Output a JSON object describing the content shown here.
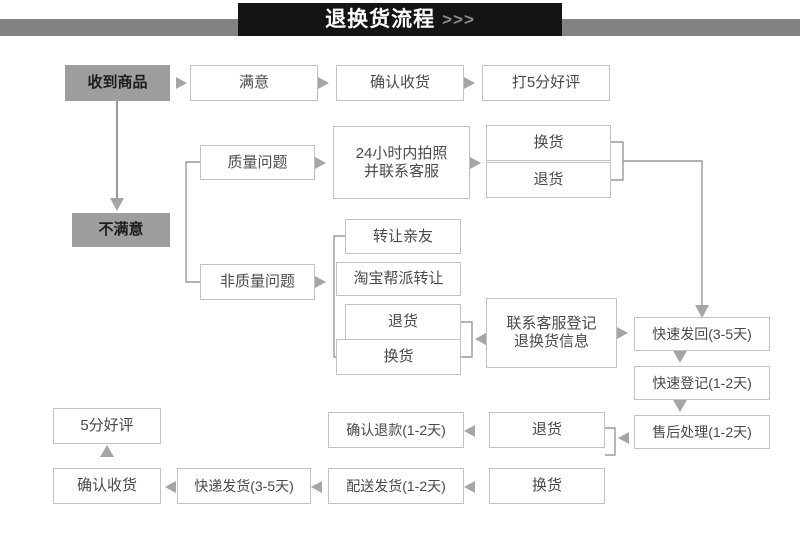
{
  "header": {
    "title": "退换货流程",
    "chevrons": ">>>",
    "colors": {
      "center": "#141414",
      "wing": "#828282",
      "fold": "#3f3f3f",
      "text": "#ffffff",
      "chevron": "#8c8c8c"
    }
  },
  "palette": {
    "node_fill": "#ffffff",
    "node_border": "#c2c2c2",
    "node_text": "#4a4a4a",
    "filled_node_bg": "#9e9e9e",
    "filled_node_text": "#1d1d1d",
    "connector": "#9a9a9a",
    "arrow": "#a5a5a5",
    "background": "#ffffff"
  },
  "nodes": {
    "received": "收到商品",
    "satisfied": "满意",
    "confirm_receipt_top": "确认收货",
    "five_star_top": "打5分好评",
    "unsatisfied": "不满意",
    "quality_issue": "质量问题",
    "photo_contact": "24小时内拍照\n并联系客服",
    "exchange_q": "换货",
    "return_q": "退货",
    "non_quality_issue": "非质量问题",
    "transfer_friend": "转让亲友",
    "taobao_gang": "淘宝帮派转让",
    "return_nq": "退货",
    "exchange_nq": "换货",
    "contact_register": "联系客服登记\n退换货信息",
    "fast_send_back": "快速发回(3-5天)",
    "fast_register": "快速登记(1-2天)",
    "after_sale": "售后处理(1-2天)",
    "return_bottom": "退货",
    "exchange_bottom": "换货",
    "confirm_refund": "确认退款(1-2天)",
    "delivery_ship": "配送发货(1-2天)",
    "express_ship": "快递发货(3-5天)",
    "confirm_receipt_bottom": "确认收货",
    "five_star_bottom": "5分好评"
  }
}
